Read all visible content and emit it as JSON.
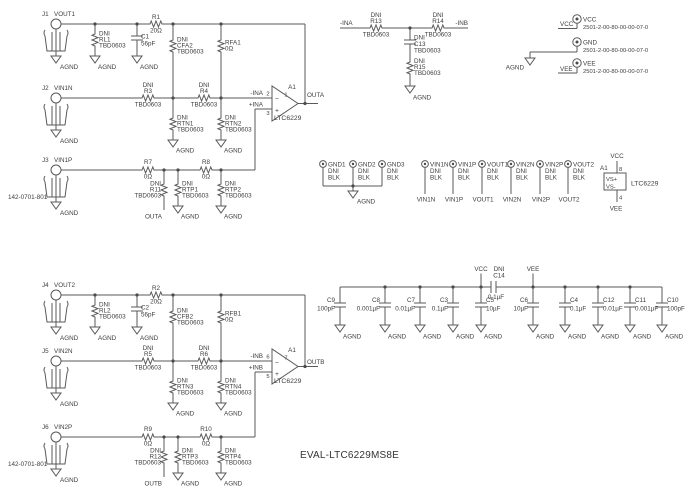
{
  "title": "EVAL-LTC6229MS8E",
  "power": {
    "agnd": "AGND",
    "vcc": "VCC",
    "vee": "VEE"
  },
  "nets": {
    "outa": "OUTA",
    "outb": "OUTB",
    "n_ina": "-INA",
    "p_ina": "+INA",
    "n_inb": "-INB",
    "p_inb": "+INB"
  },
  "ic": {
    "ref": "A1",
    "part": "LTC6229",
    "minus": "−",
    "plus": "+",
    "vsp": "VS+",
    "vsn": "VS-",
    "pin1": "1",
    "pin2": "2",
    "pin3": "3",
    "pin4": "4",
    "pin5": "5",
    "pin6": "6",
    "pin7": "7",
    "pin8": "8"
  },
  "connectors": {
    "j1": {
      "ref": "J1",
      "net": "VOUT1"
    },
    "j2": {
      "ref": "J2",
      "net": "VIN1N"
    },
    "j3": {
      "ref": "J3",
      "net": "VIN1P",
      "part": "142-0701-801"
    },
    "j4": {
      "ref": "J4",
      "net": "VOUT2"
    },
    "j5": {
      "ref": "J5",
      "net": "VIN2N"
    },
    "j6": {
      "ref": "J6",
      "net": "VIN2P",
      "part": "142-0701-801"
    },
    "vcc": {
      "net": "VCC",
      "part": "2501-2-00-80-00-00-07-0"
    },
    "gnd": {
      "net": "GND",
      "part": "2501-2-00-80-00-00-07-0"
    },
    "vee": {
      "net": "VEE",
      "part": "2501-2-00-80-00-00-07-0"
    }
  },
  "parts": {
    "r1": {
      "ref": "R1",
      "val": "20Ω"
    },
    "r2": {
      "ref": "R2",
      "val": "20Ω"
    },
    "r7": {
      "ref": "R7",
      "val": "0Ω"
    },
    "r8": {
      "ref": "R8",
      "val": "0Ω"
    },
    "r9": {
      "ref": "R9",
      "val": "0Ω"
    },
    "r10": {
      "ref": "R10",
      "val": "0Ω"
    },
    "rfa1": {
      "ref": "RFA1",
      "val": "0Ω"
    },
    "rfb1": {
      "ref": "RFB1",
      "val": "0Ω"
    },
    "c1": {
      "ref": "C1",
      "val": "56pF"
    },
    "c2": {
      "ref": "C2",
      "val": "56pF"
    },
    "rl1": {
      "dni": "DNI",
      "ref": "RL1",
      "val": "TBD0603"
    },
    "rl2": {
      "dni": "DNI",
      "ref": "RL2",
      "val": "TBD0603"
    },
    "cfa2": {
      "dni": "DNI",
      "ref": "CFA2",
      "val": "TBD0603"
    },
    "cfb2": {
      "dni": "DNI",
      "ref": "CFB2",
      "val": "TBD0603"
    },
    "r3": {
      "dni": "DNI",
      "ref": "R3",
      "val": "TBD0603"
    },
    "r4": {
      "dni": "DNI",
      "ref": "R4",
      "val": "TBD0603"
    },
    "r5": {
      "dni": "DNI",
      "ref": "R5",
      "val": "TBD0603"
    },
    "r6": {
      "dni": "DNI",
      "ref": "R6",
      "val": "TBD0603"
    },
    "r11": {
      "dni": "DNI",
      "ref": "R11",
      "val": "TBD0603"
    },
    "r12": {
      "dni": "DNI",
      "ref": "R12",
      "val": "TBD0603"
    },
    "r13": {
      "dni": "DNI",
      "ref": "R13",
      "val": "TBD0603"
    },
    "r14": {
      "dni": "DNI",
      "ref": "R14",
      "val": "TBD0603"
    },
    "r15": {
      "dni": "DNI",
      "ref": "R15",
      "val": "TBD0603"
    },
    "c13": {
      "dni": "DNI",
      "ref": "C13",
      "val": "TBD0603"
    },
    "c14": {
      "dni": "DNI",
      "ref": "C14",
      "val": "0.1µF"
    },
    "rtn1": {
      "dni": "DNI",
      "ref": "RTN1",
      "val": "TBD0603"
    },
    "rtn2": {
      "dni": "DNI",
      "ref": "RTN2",
      "val": "TBD0603"
    },
    "rtn3": {
      "dni": "DNI",
      "ref": "RTN3",
      "val": "TBD0603"
    },
    "rtn4": {
      "dni": "DNI",
      "ref": "RTN4",
      "val": "TBD0603"
    },
    "rtp1": {
      "dni": "DNI",
      "ref": "RTP1",
      "val": "TBD0603"
    },
    "rtp2": {
      "dni": "DNI",
      "ref": "RTP2",
      "val": "TBD0603"
    },
    "rtp3": {
      "dni": "DNI",
      "ref": "RTP3",
      "val": "TBD0603"
    },
    "rtp4": {
      "dni": "DNI",
      "ref": "RTP4",
      "val": "TBD0603"
    },
    "c3": {
      "ref": "C3",
      "val": "0.1µF"
    },
    "c4": {
      "ref": "C4",
      "val": "0.1µF"
    },
    "c5": {
      "ref": "C5",
      "val": "10µF"
    },
    "c6": {
      "ref": "C6",
      "val": "10µF"
    },
    "c7": {
      "ref": "C7",
      "val": "0.01µF"
    },
    "c8": {
      "ref": "C8",
      "val": "0.001µF"
    },
    "c9": {
      "ref": "C9",
      "val": "100pF"
    },
    "c10": {
      "ref": "C10",
      "val": "100pF"
    },
    "c11": {
      "ref": "C11",
      "val": "0.001µF"
    },
    "c12": {
      "ref": "C12",
      "val": "0.01µF"
    }
  },
  "testpoints": {
    "gnd1": {
      "name": "GND1",
      "dni": "DNI",
      "color": "BLK"
    },
    "gnd2": {
      "name": "GND2",
      "dni": "DNI",
      "color": "BLK"
    },
    "gnd3": {
      "name": "GND3",
      "dni": "DNI",
      "color": "BLK"
    },
    "vin1n": {
      "name": "VIN1N",
      "dni": "DNI",
      "color": "BLK"
    },
    "vin1p": {
      "name": "VIN1P",
      "dni": "DNI",
      "color": "BLK"
    },
    "vout1": {
      "name": "VOUT1",
      "dni": "DNI",
      "color": "BLK"
    },
    "vin2n": {
      "name": "VIN2N",
      "dni": "DNI",
      "color": "BLK"
    },
    "vin2p": {
      "name": "VIN2P",
      "dni": "DNI",
      "color": "BLK"
    },
    "vout2": {
      "name": "VOUT2",
      "dni": "DNI",
      "color": "BLK"
    }
  }
}
